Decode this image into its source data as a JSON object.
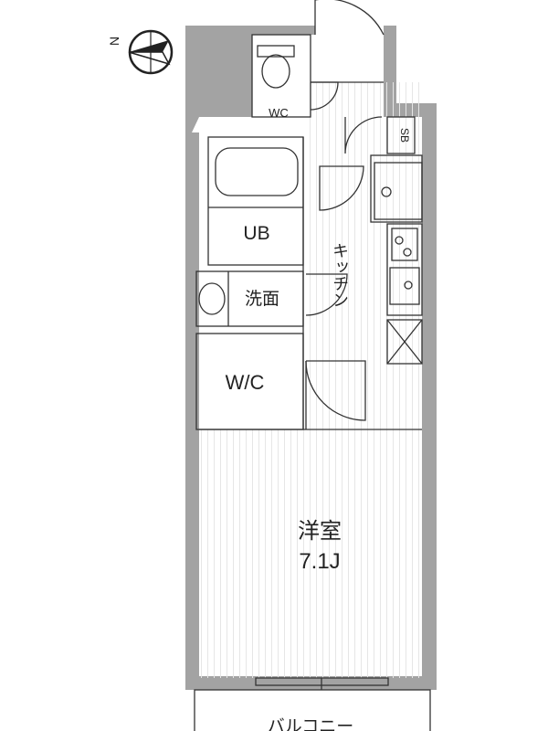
{
  "compass": {
    "north_label": "N",
    "icon": "north-arrow-icon"
  },
  "rooms": {
    "wc": "WC",
    "sb": "SB",
    "ub": "UB",
    "kitchen": "キッチン",
    "washroom": "洗面",
    "wic": "W/C",
    "western_room": "洋室",
    "western_room_size": "7.1J",
    "balcony": "バルコニー"
  },
  "colors": {
    "wall": "#a3a3a3",
    "line": "#333333",
    "floor_hatch": "#ececec"
  }
}
